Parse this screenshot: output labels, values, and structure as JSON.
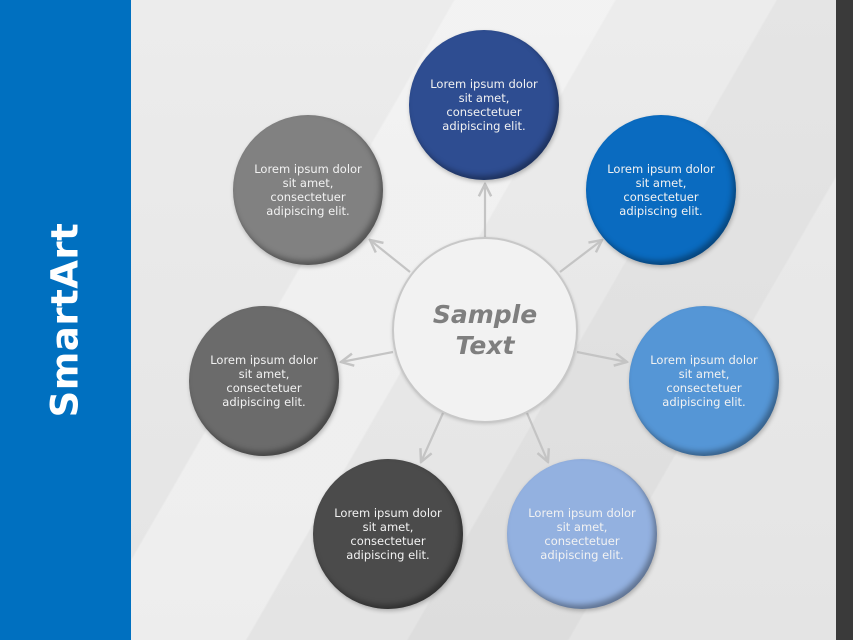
{
  "sidebar": {
    "title": "SmartArt",
    "color": "#0070c0"
  },
  "center": {
    "label": "Sample Text",
    "line1": "Sample",
    "line2": "Text",
    "fill": "#f2f2f2",
    "text_color": "#7f7f7f"
  },
  "arrow_color": "#c4c4c4",
  "nodes": [
    {
      "id": "top",
      "text": "Lorem ipsum dolor sit amet, consectetuer adipiscing elit.",
      "fill": "#2e4d91"
    },
    {
      "id": "upper-right",
      "text": "Lorem ipsum dolor sit amet, consectetuer adipiscing elit.",
      "fill": "#0a6bc0"
    },
    {
      "id": "right",
      "text": "Lorem ipsum dolor sit amet, consectetuer adipiscing elit.",
      "fill": "#5596d6"
    },
    {
      "id": "lower-right",
      "text": "Lorem ipsum dolor sit amet, consectetuer adipiscing elit.",
      "fill": "#93b1e0"
    },
    {
      "id": "lower-left",
      "text": "Lorem ipsum dolor sit amet, consectetuer adipiscing elit.",
      "fill": "#4b4b4b"
    },
    {
      "id": "left",
      "text": "Lorem ipsum dolor sit amet, consectetuer adipiscing elit.",
      "fill": "#6b6b6b"
    },
    {
      "id": "upper-left",
      "text": "Lorem ipsum dolor sit amet, consectetuer adipiscing elit.",
      "fill": "#818181"
    }
  ]
}
